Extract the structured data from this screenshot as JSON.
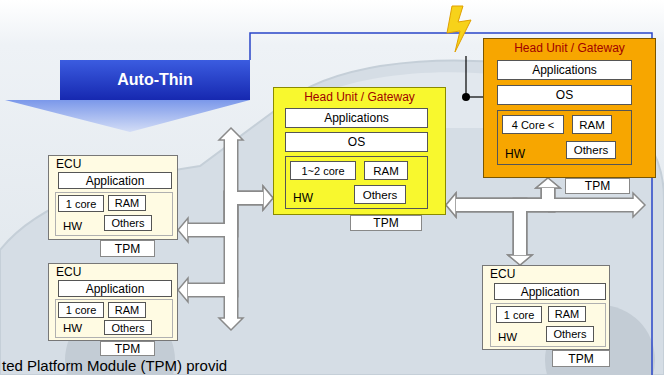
{
  "diagram": {
    "nodes": [
      {
        "text": [
          "Auto-Thin"
        ]
      },
      {
        "text": [
          "Head Unit / Gateway"
        ]
      },
      {
        "text": [
          "Applications"
        ],
        "in": 1
      },
      {
        "text": [
          "OS"
        ],
        "in": 1
      },
      {
        "text": [
          "HW"
        ],
        "in": 1
      },
      {
        "text": [
          "4 Core <"
        ],
        "in": 4
      },
      {
        "text": [
          "RAM"
        ],
        "in": 4
      },
      {
        "text": [
          "Others"
        ],
        "in": 4
      },
      {
        "text": [
          "TPM"
        ]
      },
      {
        "text": [
          "Head Unit / Gateway"
        ]
      },
      {
        "text": [
          "Applications"
        ],
        "in": 9
      },
      {
        "text": [
          "OS"
        ],
        "in": 9
      },
      {
        "text": [
          "HW"
        ],
        "in": 9
      },
      {
        "text": [
          "1~2 core"
        ],
        "in": 12
      },
      {
        "text": [
          "RAM"
        ],
        "in": 12
      },
      {
        "text": [
          "Others"
        ],
        "in": 12
      },
      {
        "text": [
          "TPM"
        ]
      },
      {
        "text": [
          "ECU"
        ]
      },
      {
        "text": [
          "Application"
        ],
        "in": 17
      },
      {
        "text": [
          "HW"
        ],
        "in": 17
      },
      {
        "text": [
          "1 core"
        ],
        "in": 19
      },
      {
        "text": [
          "RAM"
        ],
        "in": 19
      },
      {
        "text": [
          "Others"
        ],
        "in": 19
      },
      {
        "text": [
          "TPM"
        ]
      },
      {
        "text": [
          "ECU"
        ]
      },
      {
        "text": [
          "Application"
        ],
        "in": 24
      },
      {
        "text": [
          "HW"
        ],
        "in": 24
      },
      {
        "text": [
          "1 core"
        ],
        "in": 26
      },
      {
        "text": [
          "RAM"
        ],
        "in": 26
      },
      {
        "text": [
          "Others"
        ],
        "in": 26
      },
      {
        "text": [
          "TPM"
        ]
      },
      {
        "text": [
          "ECU"
        ]
      },
      {
        "text": [
          "Application"
        ],
        "in": 31
      },
      {
        "text": [
          "HW"
        ],
        "in": 31
      },
      {
        "text": [
          "1 core"
        ],
        "in": 33
      },
      {
        "text": [
          "RAM"
        ],
        "in": 33
      },
      {
        "text": [
          "Others"
        ],
        "in": 33
      },
      {
        "text": [
          "TPM"
        ]
      }
    ],
    "edges": [
      {
        "from": 17,
        "to": 9,
        "arrow": "both"
      },
      {
        "from": 24,
        "to": 9,
        "arrow": "both"
      },
      {
        "from": 9,
        "to": 1,
        "arrow": "both"
      },
      {
        "from": 9,
        "to": 31,
        "arrow": "both"
      },
      {
        "from": 1,
        "to": 31,
        "arrow": "both"
      }
    ],
    "labels": [
      "ted Platform Module (TPM) provid"
    ]
  }
}
